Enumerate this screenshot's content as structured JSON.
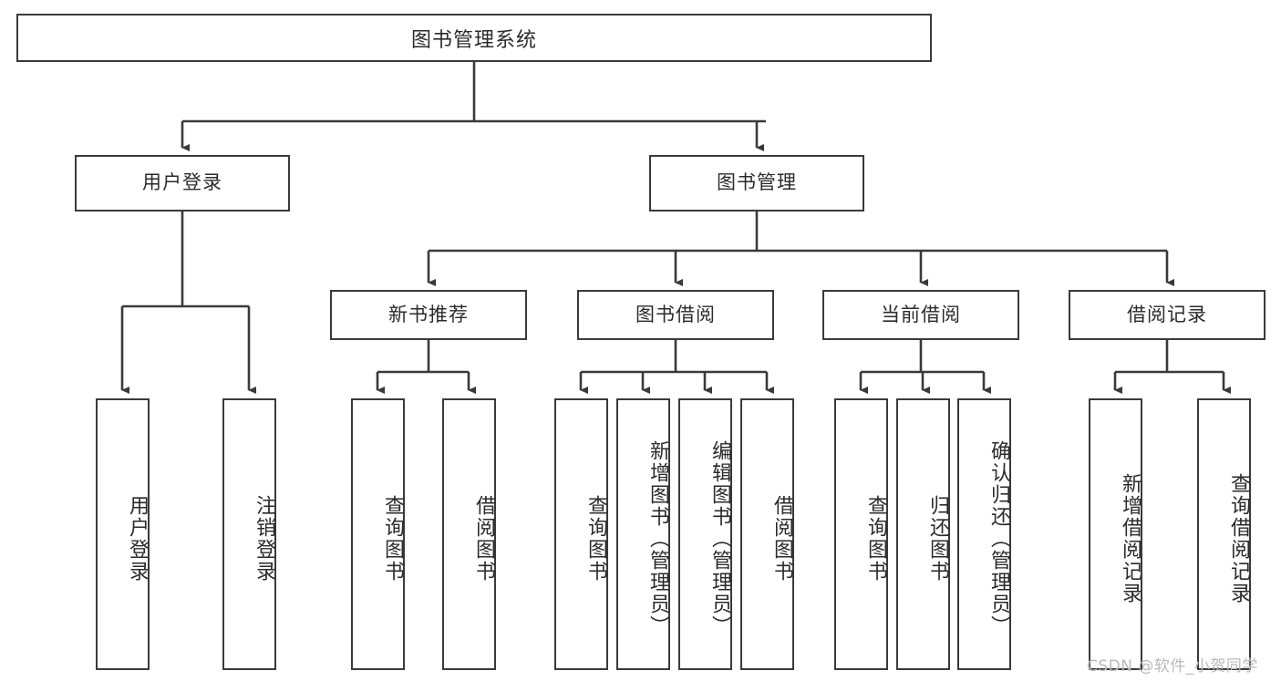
{
  "diagram": {
    "title": "图书管理系统",
    "type": "function-structure-tree",
    "stroke_color": "#3a3a3a",
    "fill_color": "#ffffff",
    "text_color": "#2b2b2b"
  },
  "root": {
    "label": "图书管理系统"
  },
  "level2": [
    {
      "label": "用户登录"
    },
    {
      "label": "图书管理"
    }
  ],
  "level3": [
    {
      "label": "新书推荐"
    },
    {
      "label": "图书借阅"
    },
    {
      "label": "当前借阅"
    },
    {
      "label": "借阅记录"
    }
  ],
  "leaves": {
    "user_login": [
      {
        "label": "用户登录"
      },
      {
        "label": "注销登录"
      }
    ],
    "new_book_recommend": [
      {
        "label": "查询图书"
      },
      {
        "label": "借阅图书"
      }
    ],
    "book_borrow": [
      {
        "label": "查询图书"
      },
      {
        "label": "新增图书（管理员）"
      },
      {
        "label": "编辑图书（管理员）"
      },
      {
        "label": "借阅图书"
      }
    ],
    "current_borrow": [
      {
        "label": "查询图书"
      },
      {
        "label": "归还图书"
      },
      {
        "label": "确认归还（管理员）"
      }
    ],
    "borrow_record": [
      {
        "label": "新增借阅记录"
      },
      {
        "label": "查询借阅记录"
      }
    ]
  },
  "watermark": {
    "text": "CSDN @软件_小贺同学"
  }
}
